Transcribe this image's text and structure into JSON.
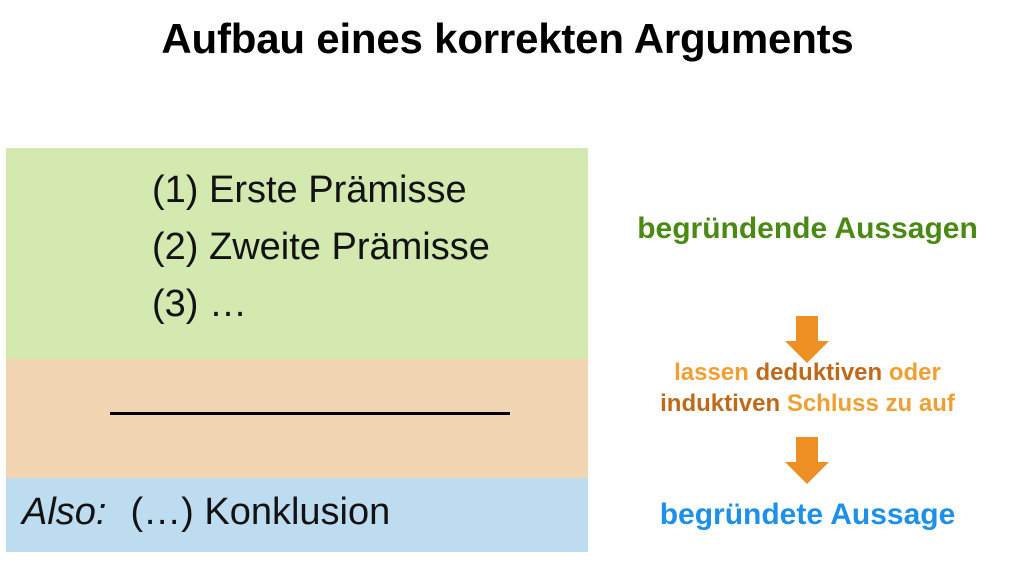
{
  "slide": {
    "title": "Aufbau eines korrekten Arguments"
  },
  "argument": {
    "premises": {
      "lines": [
        "(1) Erste Prämisse",
        "(2) Zweite Prämisse",
        "(3) …"
      ],
      "background_color": "#d3e9b0"
    },
    "inference": {
      "background_color": "#f2d5b2",
      "rule_color": "#000000"
    },
    "conclusion": {
      "marker": "Also:",
      "text": "(…) Konklusion",
      "background_color": "#bedcf0"
    }
  },
  "commentary": {
    "premises_label": "begründende Aussagen",
    "premises_color": "#4a8a14",
    "inference_label": {
      "line1": [
        {
          "text": "lassen ",
          "tone": "light"
        },
        {
          "text": "deduktiven ",
          "tone": "dark"
        },
        {
          "text": "oder",
          "tone": "light"
        }
      ],
      "line2": [
        {
          "text": "induktiven ",
          "tone": "dark"
        },
        {
          "text": "Schluss zu auf",
          "tone": "light"
        }
      ],
      "light_color": "#f0a032",
      "dark_color": "#bf6a1a"
    },
    "conclusion_label": "begründete Aussage",
    "conclusion_color": "#1e90e8",
    "arrow_color": "#ed8f22",
    "arrow_icon": "arrow-down-icon"
  }
}
